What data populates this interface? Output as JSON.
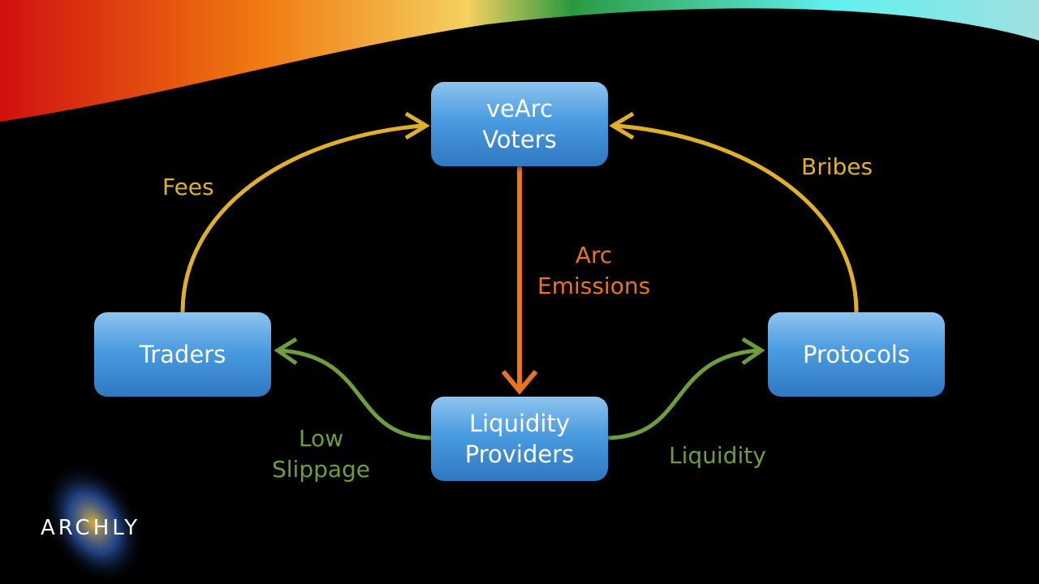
{
  "nodes": {
    "voters": "veArc\nVoters",
    "traders": "Traders",
    "protocols": "Protocols",
    "lps": "Liquidity\nProviders"
  },
  "labels": {
    "fees": "Fees",
    "bribes": "Bribes",
    "emissions": "Arc\nEmissions",
    "slippage": "Low\nSlippage",
    "liquidity": "Liquidity"
  },
  "logo": "ARCHLY",
  "colors": {
    "gold": "#e0b02a",
    "orange": "#e8741e",
    "green": "#6e9e3c",
    "node": "#4a9be0"
  }
}
